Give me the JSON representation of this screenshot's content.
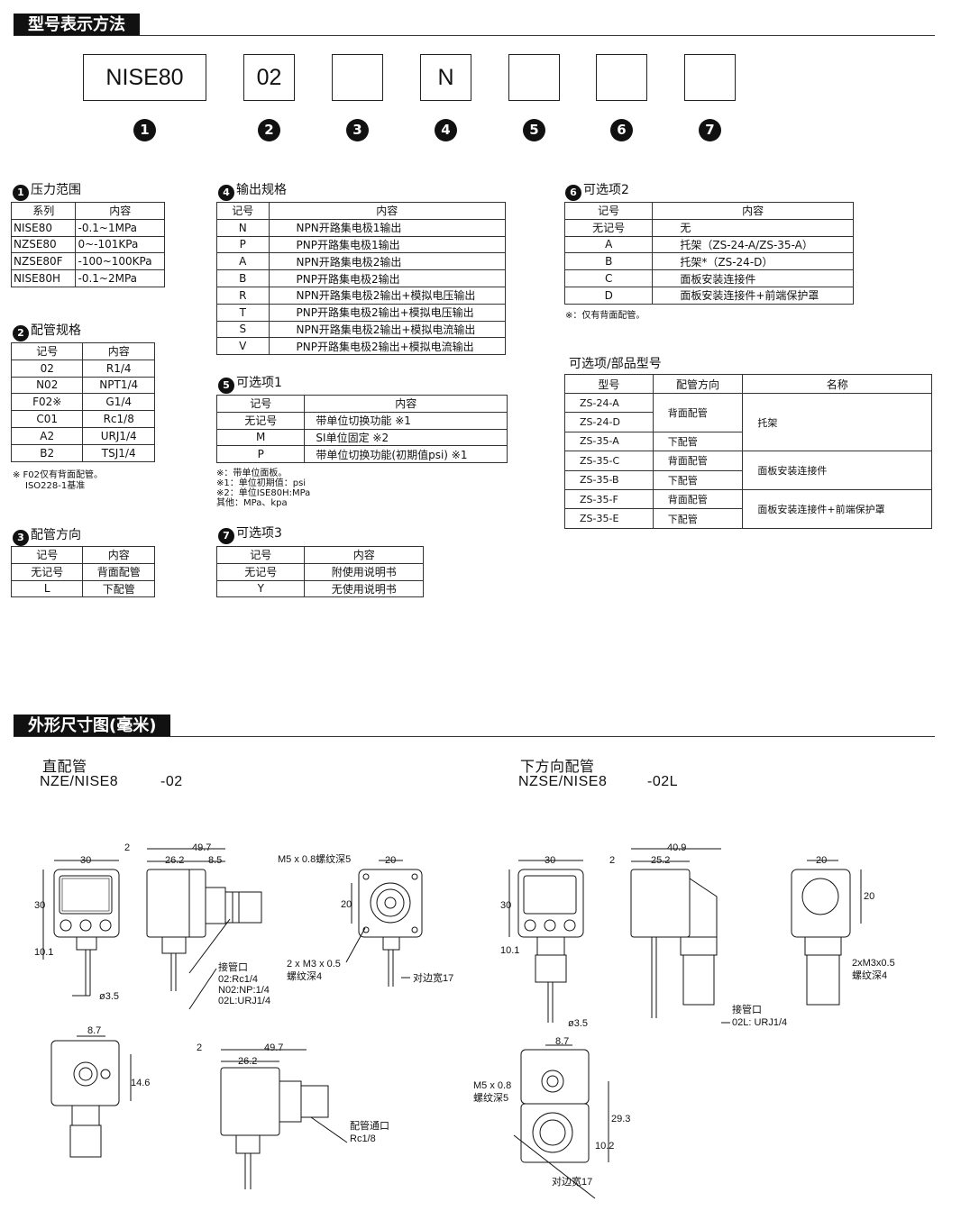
{
  "section1_title": "型号表示方法",
  "section2_title": "外形尺寸图(毫米)",
  "model_boxes": [
    "NISE80",
    "02",
    "",
    "N",
    "",
    "",
    ""
  ],
  "model_numbers": [
    "1",
    "2",
    "3",
    "4",
    "5",
    "6",
    "7"
  ],
  "t1": {
    "num": "1",
    "title": "压力范围",
    "head": [
      "系列",
      "内容"
    ],
    "rows": [
      [
        "NISE80",
        "-0.1~1MPa"
      ],
      [
        "NZSE80",
        "0~-101KPa"
      ],
      [
        "NZSE80F",
        "-100~100KPa"
      ],
      [
        "NISE80H",
        "-0.1~2MPa"
      ]
    ]
  },
  "t2": {
    "num": "2",
    "title": "配管规格",
    "head": [
      "记号",
      "内容"
    ],
    "rows": [
      [
        "02",
        "R1/4"
      ],
      [
        "N02",
        "NPT1/4"
      ],
      [
        "F02※",
        "G1/4"
      ],
      [
        "C01",
        "Rc1/8"
      ],
      [
        "A2",
        "URJ1/4"
      ],
      [
        "B2",
        "TSJ1/4"
      ]
    ],
    "note1": "※ F02仅有背面配管。",
    "note2": "ISO228-1基准"
  },
  "t3": {
    "num": "3",
    "title": "配管方向",
    "head": [
      "记号",
      "内容"
    ],
    "rows": [
      [
        "无记号",
        "背面配管"
      ],
      [
        "L",
        "下配管"
      ]
    ]
  },
  "t4": {
    "num": "4",
    "title": "输出规格",
    "head": [
      "记号",
      "内容"
    ],
    "rows": [
      [
        "N",
        "NPN开路集电极1输出"
      ],
      [
        "P",
        "PNP开路集电极1输出"
      ],
      [
        "A",
        "NPN开路集电极2输出"
      ],
      [
        "B",
        "PNP开路集电极2输出"
      ],
      [
        "R",
        "NPN开路集电极2输出+模拟电压输出"
      ],
      [
        "T",
        "PNP开路集电极2输出+模拟电压输出"
      ],
      [
        "S",
        "NPN开路集电极2输出+模拟电流输出"
      ],
      [
        "V",
        "PNP开路集电极2输出+模拟电流输出"
      ]
    ]
  },
  "t5": {
    "num": "5",
    "title": "可选项1",
    "head": [
      "记号",
      "内容"
    ],
    "rows": [
      [
        "无记号",
        "带单位切换功能 ※1"
      ],
      [
        "M",
        "SI单位固定 ※2"
      ],
      [
        "P",
        "带单位切换功能(初期值psi) ※1"
      ]
    ],
    "notes": [
      "※：带单位面板。",
      "※1：单位初期值：psi",
      "※2：单位ISE80H:MPa",
      "其他：MPa、kpa"
    ]
  },
  "t6": {
    "num": "6",
    "title": "可选项2",
    "head": [
      "记号",
      "内容"
    ],
    "rows": [
      [
        "无记号",
        "无"
      ],
      [
        "A",
        "托架（ZS-24-A/ZS-35-A）"
      ],
      [
        "B",
        "托架*（ZS-24-D）"
      ],
      [
        "C",
        "面板安装连接件"
      ],
      [
        "D",
        "面板安装连接件+前端保护罩"
      ]
    ],
    "note": "※：仅有背面配管。"
  },
  "t7": {
    "num": "7",
    "title": "可选项3",
    "head": [
      "记号",
      "内容"
    ],
    "rows": [
      [
        "无记号",
        "附使用说明书"
      ],
      [
        "Y",
        "无使用说明书"
      ]
    ]
  },
  "parts": {
    "title": "可选项/部品型号",
    "head": [
      "型号",
      "配管方向",
      "名称"
    ],
    "rows": [
      [
        "ZS-24-A",
        "背面配管",
        "托架"
      ],
      [
        "ZS-24-D",
        "",
        ""
      ],
      [
        "ZS-35-A",
        "下配管",
        ""
      ],
      [
        "ZS-35-C",
        "背面配管",
        "面板安装连接件"
      ],
      [
        "ZS-35-B",
        "下配管",
        ""
      ],
      [
        "ZS-35-F",
        "背面配管",
        "面板安装连接件+前端保护罩"
      ],
      [
        "ZS-35-E",
        "下配管",
        ""
      ]
    ]
  },
  "dim_left": {
    "title": "直配管",
    "model": "NZE/NISE8",
    "suffix": "-02"
  },
  "dim_right": {
    "title": "下方向配管",
    "model": "NZSE/NISE8",
    "suffix": "-02L"
  },
  "dims": {
    "d30a": "30",
    "d2a": "2",
    "d497a": "49.7",
    "d262a": "26.2",
    "d85": "8.5",
    "thread1": "M5 x 0.8螺纹深5",
    "d20a": "20",
    "d30v": "30",
    "d101a": "10.1",
    "d35a": "ø3.5",
    "d20v": "20",
    "m3a": "2 x M3 x 0.5",
    "m3b": "螺纹深4",
    "hex17": "对边宽17",
    "port_t": "接管口",
    "port_1": "02:Rc1/4",
    "port_2": "N02:NP:1/4",
    "port_3": "02L:URJ1/4",
    "d87a": "8.7",
    "d146": "14.6",
    "d2b": "2",
    "d497b": "49.7",
    "d262b": "26.2",
    "port2_t": "配管通口",
    "port2_v": "Rc1/8",
    "d30b": "30",
    "d2c": "2",
    "d409": "40.9",
    "d252": "25.2",
    "d20b": "20",
    "d30v2": "30",
    "d101b": "10.1",
    "d35b": "ø3.5",
    "d20v2": "20",
    "m3c": "2xM3x0.5",
    "m3d": "螺纹深4",
    "port3_t": "接管口",
    "port3_v": "02L: URJ1/4",
    "d87b": "8.7",
    "thread2a": "M5 x 0.8",
    "thread2b": "螺纹深5",
    "d293": "29.3",
    "d102": "10.2",
    "hex17b": "对边宽17"
  }
}
